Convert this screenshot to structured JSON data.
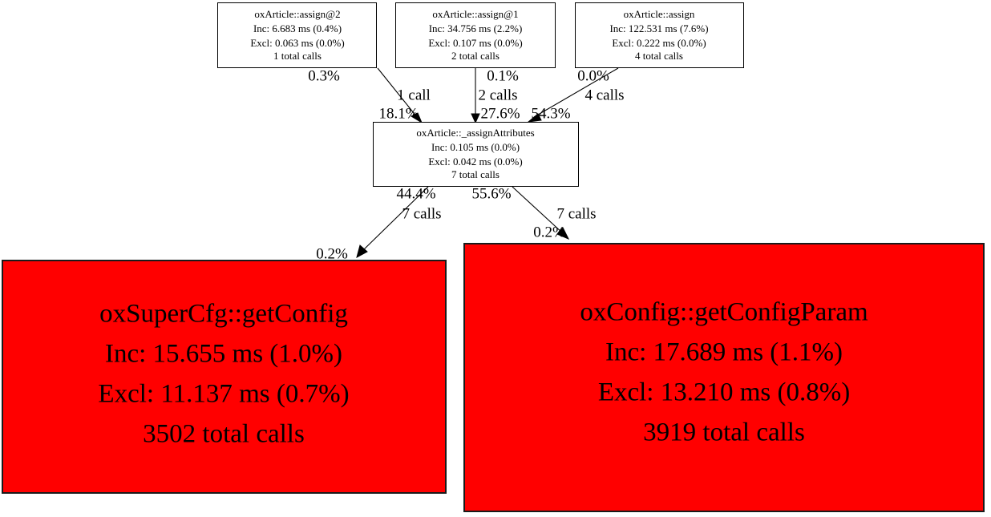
{
  "graph": {
    "type": "call-graph",
    "direction": "top-to-bottom",
    "background_color": "#ffffff",
    "node_default_color": "#ffffff",
    "node_hot_color": "#ff0000",
    "edge_color": "#000000"
  },
  "nodes": [
    {
      "id": "assign2",
      "name": "oxArticle::assign@2",
      "inclusive": "Inc: 6.683 ms (0.4%)",
      "exclusive": "Excl: 0.063 ms (0.0%)",
      "calls": "1 total calls",
      "color": "#ffffff",
      "inc_ms": 6.683,
      "inc_pct": 0.4,
      "excl_ms": 0.063,
      "excl_pct": 0.0,
      "total_calls": 1
    },
    {
      "id": "assign1",
      "name": "oxArticle::assign@1",
      "inclusive": "Inc: 34.756 ms (2.2%)",
      "exclusive": "Excl: 0.107 ms (0.0%)",
      "calls": "2 total calls",
      "color": "#ffffff",
      "inc_ms": 34.756,
      "inc_pct": 2.2,
      "excl_ms": 0.107,
      "excl_pct": 0.0,
      "total_calls": 2
    },
    {
      "id": "assign",
      "name": "oxArticle::assign",
      "inclusive": "Inc: 122.531 ms (7.6%)",
      "exclusive": "Excl: 0.222 ms (0.0%)",
      "calls": "4 total calls",
      "color": "#ffffff",
      "inc_ms": 122.531,
      "inc_pct": 7.6,
      "excl_ms": 0.222,
      "excl_pct": 0.0,
      "total_calls": 4
    },
    {
      "id": "assignattrs",
      "name": "oxArticle::_assignAttributes",
      "inclusive": "Inc: 0.105 ms (0.0%)",
      "exclusive": "Excl: 0.042 ms (0.0%)",
      "calls": "7 total calls",
      "color": "#ffffff",
      "inc_ms": 0.105,
      "inc_pct": 0.0,
      "excl_ms": 0.042,
      "excl_pct": 0.0,
      "total_calls": 7
    },
    {
      "id": "getconfig",
      "name": "oxSuperCfg::getConfig",
      "inclusive": "Inc: 15.655 ms (1.0%)",
      "exclusive": "Excl: 11.137 ms (0.7%)",
      "calls": "3502 total calls",
      "color": "#ff0000",
      "inc_ms": 15.655,
      "inc_pct": 1.0,
      "excl_ms": 11.137,
      "excl_pct": 0.7,
      "total_calls": 3502
    },
    {
      "id": "getconfigparam",
      "name": "oxConfig::getConfigParam",
      "inclusive": "Inc: 17.689 ms (1.1%)",
      "exclusive": "Excl: 13.210 ms (0.8%)",
      "calls": "3919 total calls",
      "color": "#ff0000",
      "inc_ms": 17.689,
      "inc_pct": 1.1,
      "excl_ms": 13.21,
      "excl_pct": 0.8,
      "total_calls": 3919
    }
  ],
  "edges": [
    {
      "id": "e1",
      "from": "assign2",
      "to": "assignattrs",
      "source_pct": "0.3%",
      "calls": "1 call",
      "target_pct": "18.1%"
    },
    {
      "id": "e2",
      "from": "assign1",
      "to": "assignattrs",
      "source_pct": "0.1%",
      "calls": "2 calls",
      "target_pct": "27.6%"
    },
    {
      "id": "e3",
      "from": "assign",
      "to": "assignattrs",
      "source_pct": "0.0%",
      "calls": "4 calls",
      "target_pct": "54.3%"
    },
    {
      "id": "e4",
      "from": "assignattrs",
      "to": "getconfig",
      "source_pct": "44.4%",
      "calls": "7 calls",
      "target_pct": "0.2%"
    },
    {
      "id": "e5",
      "from": "assignattrs",
      "to": "getconfigparam",
      "source_pct": "55.6%",
      "calls": "7 calls",
      "target_pct": "0.2%"
    }
  ]
}
